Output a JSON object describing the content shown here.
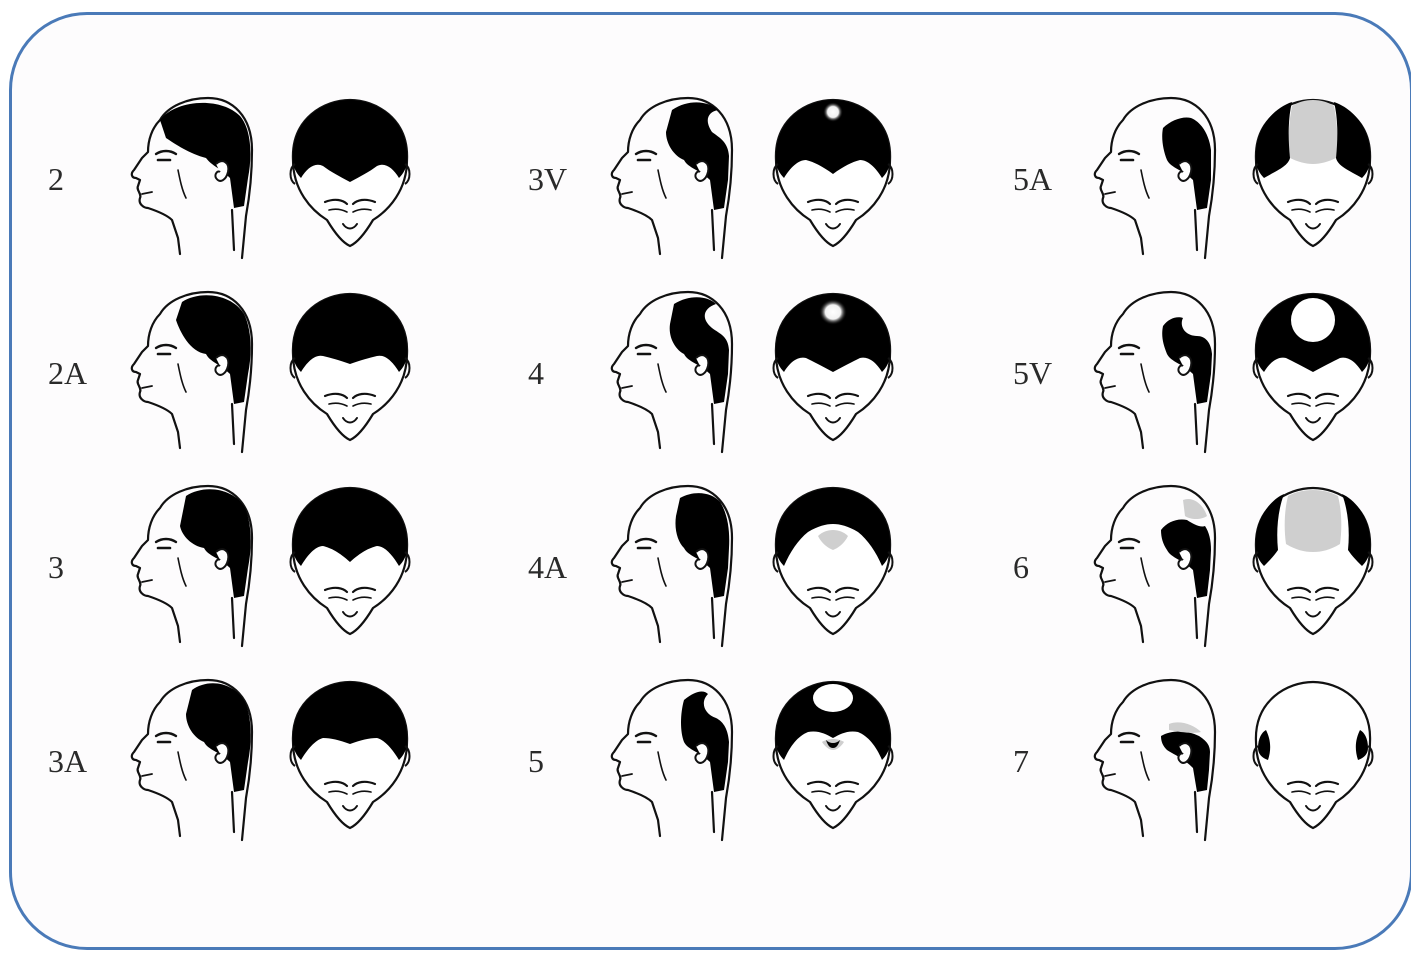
{
  "diagram": {
    "columns": [
      {
        "stages": [
          {
            "label": "2",
            "side": "2",
            "top": "2"
          },
          {
            "label": "2A",
            "side": "2A",
            "top": "2A"
          },
          {
            "label": "3",
            "side": "3",
            "top": "3"
          },
          {
            "label": "3A",
            "side": "3A",
            "top": "3A"
          }
        ]
      },
      {
        "stages": [
          {
            "label": "3V",
            "side": "3V",
            "top": "3V"
          },
          {
            "label": "4",
            "side": "4",
            "top": "4"
          },
          {
            "label": "4A",
            "side": "4A",
            "top": "4A"
          },
          {
            "label": "5",
            "side": "5",
            "top": "5"
          }
        ]
      },
      {
        "stages": [
          {
            "label": "5A",
            "side": "5A",
            "top": "5A"
          },
          {
            "label": "5V",
            "side": "5V",
            "top": "5V"
          },
          {
            "label": "6",
            "side": "6",
            "top": "6"
          },
          {
            "label": "7",
            "side": "7",
            "top": "7"
          }
        ]
      }
    ],
    "colors": {
      "frame_border": "#4a7ab8",
      "hair": "#000000",
      "thinning": "#cfcfcf",
      "skin": "#ffffff",
      "line": "#111111"
    }
  }
}
